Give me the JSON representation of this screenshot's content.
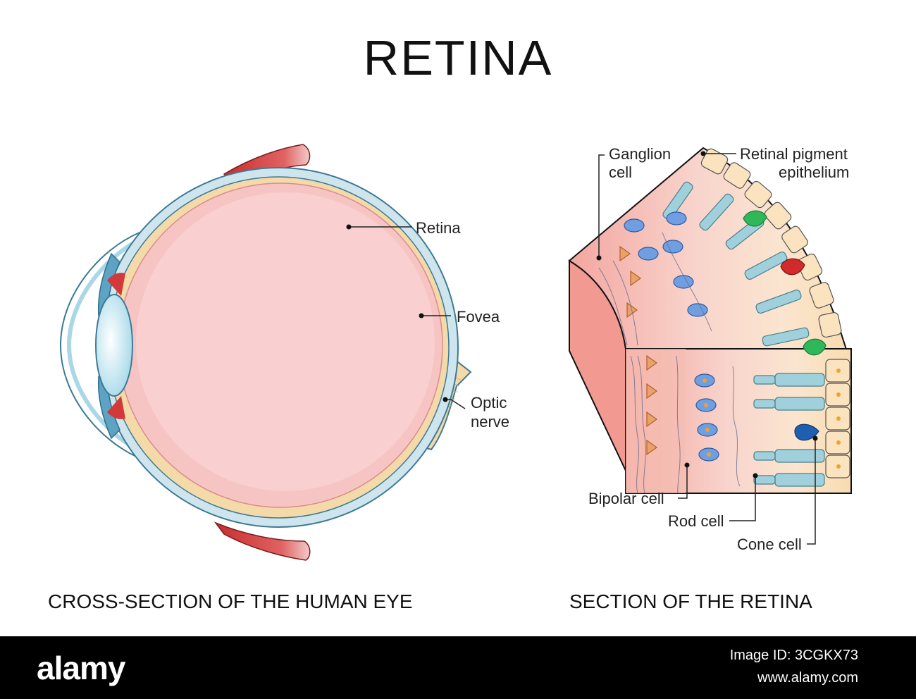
{
  "title": "RETINA",
  "eye_panel": {
    "caption": "CROSS-SECTION OF THE HUMAN EYE",
    "labels": {
      "retina": "Retina",
      "fovea": "Fovea",
      "optic_nerve_line1": "Optic",
      "optic_nerve_line2": "nerve"
    }
  },
  "retina_panel": {
    "caption": "SECTION OF THE RETINA",
    "labels": {
      "ganglion_line1": "Ganglion",
      "ganglion_line2": "cell",
      "rpe_line1": "Retinal pigment",
      "rpe_line2": "epithelium",
      "bipolar": "Bipolar cell",
      "rod": "Rod cell",
      "cone": "Cone cell"
    }
  },
  "footer": {
    "brand": "alamy",
    "image_id": "Image ID: 3CGKX73",
    "site": "www.alamy.com"
  },
  "colors": {
    "vitreous": "#f7c4c4",
    "choroid": "#f4d9a9",
    "sclera": "#cfe5ee",
    "muscle": "#d23a3a",
    "rod_blue": "#8fc6d4",
    "ganglion_orange": "#e38a3a"
  }
}
